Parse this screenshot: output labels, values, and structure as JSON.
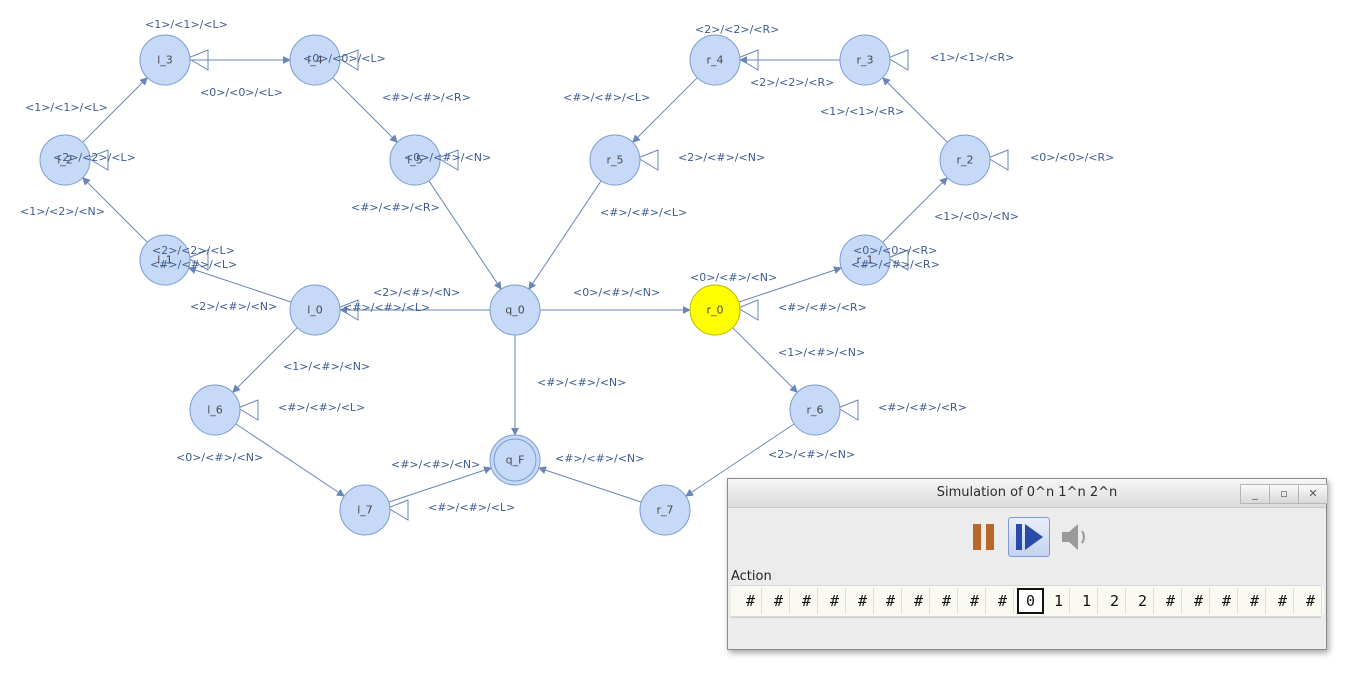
{
  "states": [
    {
      "id": "l_3",
      "label": "l_3"
    },
    {
      "id": "l_4",
      "label": "l_4"
    },
    {
      "id": "l_2",
      "label": "l_2"
    },
    {
      "id": "l_5",
      "label": "l_5"
    },
    {
      "id": "l_1",
      "label": "l_1"
    },
    {
      "id": "l_0",
      "label": "l_0"
    },
    {
      "id": "q_0",
      "label": "q_0"
    },
    {
      "id": "l_6",
      "label": "l_6"
    },
    {
      "id": "l_7",
      "label": "l_7"
    },
    {
      "id": "q_F",
      "label": "q_F",
      "final": true
    },
    {
      "id": "r_4",
      "label": "r_4"
    },
    {
      "id": "r_3",
      "label": "r_3"
    },
    {
      "id": "r_5",
      "label": "r_5"
    },
    {
      "id": "r_2",
      "label": "r_2"
    },
    {
      "id": "r_1",
      "label": "r_1"
    },
    {
      "id": "r_0",
      "label": "r_0",
      "active": true
    },
    {
      "id": "r_6",
      "label": "r_6"
    },
    {
      "id": "r_7",
      "label": "r_7"
    }
  ],
  "transitions": [
    {
      "id": "t1",
      "from": "l_3",
      "to": "l_3",
      "label": "<1>/<1>/<L>"
    },
    {
      "id": "t2",
      "from": "l_3",
      "to": "l_4",
      "label": "<0>/<0>/<L>"
    },
    {
      "id": "t3",
      "from": "l_4",
      "to": "l_4",
      "label": "<0>/<0>/<L>"
    },
    {
      "id": "t4",
      "from": "l_2",
      "to": "l_3",
      "label": "<1>/<1>/<L>"
    },
    {
      "id": "t5",
      "from": "l_2",
      "to": "l_2",
      "label": "<2>/<2>/<L>"
    },
    {
      "id": "t6",
      "from": "l_4",
      "to": "l_5",
      "label": "<#>/<#>/<R>"
    },
    {
      "id": "t7",
      "from": "l_5",
      "to": "l_5",
      "label": "<0>/<#>/<N>"
    },
    {
      "id": "t8",
      "from": "l_1",
      "to": "l_2",
      "label": "<1>/<2>/<N>"
    },
    {
      "id": "t9",
      "from": "l_5",
      "to": "q_0",
      "label": "<#>/<#>/<R>"
    },
    {
      "id": "t10",
      "from": "l_1",
      "to": "l_1",
      "label": "<2>/<2>/<L>"
    },
    {
      "id": "t11",
      "from": "l_1",
      "to": "l_1",
      "label": "<#>/<#>/<L>"
    },
    {
      "id": "t12",
      "from": "l_0",
      "to": "l_1",
      "label": "<2>/<#>/<N>"
    },
    {
      "id": "t13",
      "from": "q_0",
      "to": "l_0",
      "label": "<2>/<#>/<N>"
    },
    {
      "id": "t14",
      "from": "l_0",
      "to": "l_0",
      "label": "<#>/<#>/<L>"
    },
    {
      "id": "t15",
      "from": "l_0",
      "to": "l_6",
      "label": "<1>/<#>/<N>"
    },
    {
      "id": "t16",
      "from": "l_6",
      "to": "l_6",
      "label": "<#>/<#>/<L>"
    },
    {
      "id": "t17",
      "from": "l_6",
      "to": "l_7",
      "label": "<0>/<#>/<N>"
    },
    {
      "id": "t18",
      "from": "l_7",
      "to": "q_F",
      "label": "<#>/<#>/<N>"
    },
    {
      "id": "t19",
      "from": "l_7",
      "to": "l_7",
      "label": "<#>/<#>/<L>"
    },
    {
      "id": "t20",
      "from": "q_0",
      "to": "q_F",
      "label": "<#>/<#>/<N>"
    },
    {
      "id": "t21",
      "from": "q_0",
      "to": "r_0",
      "label": "<0>/<#>/<N>"
    },
    {
      "id": "t22",
      "from": "r_3",
      "to": "r_4",
      "label": "<2>/<2>/<R>"
    },
    {
      "id": "t23",
      "from": "r_4",
      "to": "r_4",
      "label": "<2>/<2>/<R>"
    },
    {
      "id": "t24",
      "from": "r_3",
      "to": "r_3",
      "label": "<1>/<1>/<R>"
    },
    {
      "id": "t25",
      "from": "r_4",
      "to": "r_5",
      "label": "<#>/<#>/<L>"
    },
    {
      "id": "t26",
      "from": "r_5",
      "to": "r_5",
      "label": "<2>/<#>/<N>"
    },
    {
      "id": "t27",
      "from": "r_2",
      "to": "r_3",
      "label": "<1>/<1>/<R>"
    },
    {
      "id": "t28",
      "from": "r_2",
      "to": "r_2",
      "label": "<0>/<0>/<R>"
    },
    {
      "id": "t29",
      "from": "r_5",
      "to": "q_0",
      "label": "<#>/<#>/<L>"
    },
    {
      "id": "t30",
      "from": "r_1",
      "to": "r_2",
      "label": "<1>/<0>/<N>"
    },
    {
      "id": "t31",
      "from": "r_1",
      "to": "r_1",
      "label": "<0>/<0>/<R>"
    },
    {
      "id": "t32",
      "from": "r_1",
      "to": "r_1",
      "label": "<#>/<#>/<R>"
    },
    {
      "id": "t33",
      "from": "r_0",
      "to": "r_1",
      "label": "<0>/<#>/<N>"
    },
    {
      "id": "t34",
      "from": "r_0",
      "to": "r_0",
      "label": "<#>/<#>/<R>"
    },
    {
      "id": "t35",
      "from": "r_0",
      "to": "r_6",
      "label": "<1>/<#>/<N>"
    },
    {
      "id": "t36",
      "from": "r_6",
      "to": "r_6",
      "label": "<#>/<#>/<R>"
    },
    {
      "id": "t37",
      "from": "r_6",
      "to": "r_7",
      "label": "<2>/<#>/<N>"
    },
    {
      "id": "t38",
      "from": "r_7",
      "to": "q_F",
      "label": "<#>/<#>/<N>"
    }
  ],
  "simulation": {
    "title": "Simulation of 0^n 1^n 2^n",
    "buttons": {
      "pause": "pause-icon",
      "step": "step-forward-icon",
      "sound": "speaker-icon"
    },
    "action_label": "Action",
    "tape": [
      "#",
      "#",
      "#",
      "#",
      "#",
      "#",
      "#",
      "#",
      "#",
      "#",
      "0",
      "1",
      "1",
      "2",
      "2",
      "#",
      "#",
      "#",
      "#",
      "#",
      "#"
    ],
    "head_index": 10
  },
  "colors": {
    "node": "#c6d9f7",
    "active": "#ffff00",
    "edge": "#6a86b8",
    "label": "#3e5c91"
  }
}
